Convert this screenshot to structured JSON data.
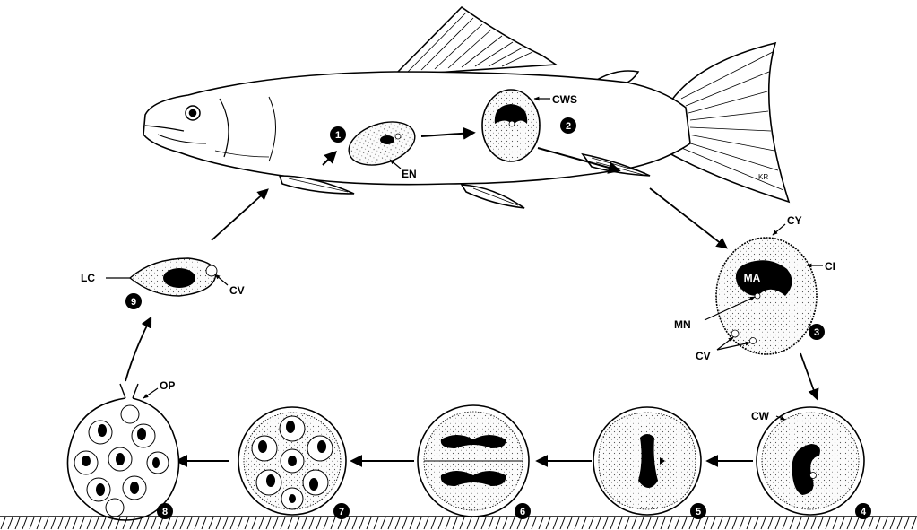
{
  "labels": {
    "cws": "CWS",
    "en": "EN",
    "cy": "CY",
    "ci": "CI",
    "ma": "MA",
    "mn": "MN",
    "cv_trophont": "CV",
    "cw": "CW",
    "op": "OP",
    "lc": "LC",
    "cv_theront": "CV",
    "signature": "KR"
  },
  "stages": [
    "1",
    "2",
    "3",
    "4",
    "5",
    "6",
    "7",
    "8",
    "9"
  ],
  "colors": {
    "ink": "#000000",
    "paper": "#ffffff",
    "stipple": "#f1f1f1"
  }
}
